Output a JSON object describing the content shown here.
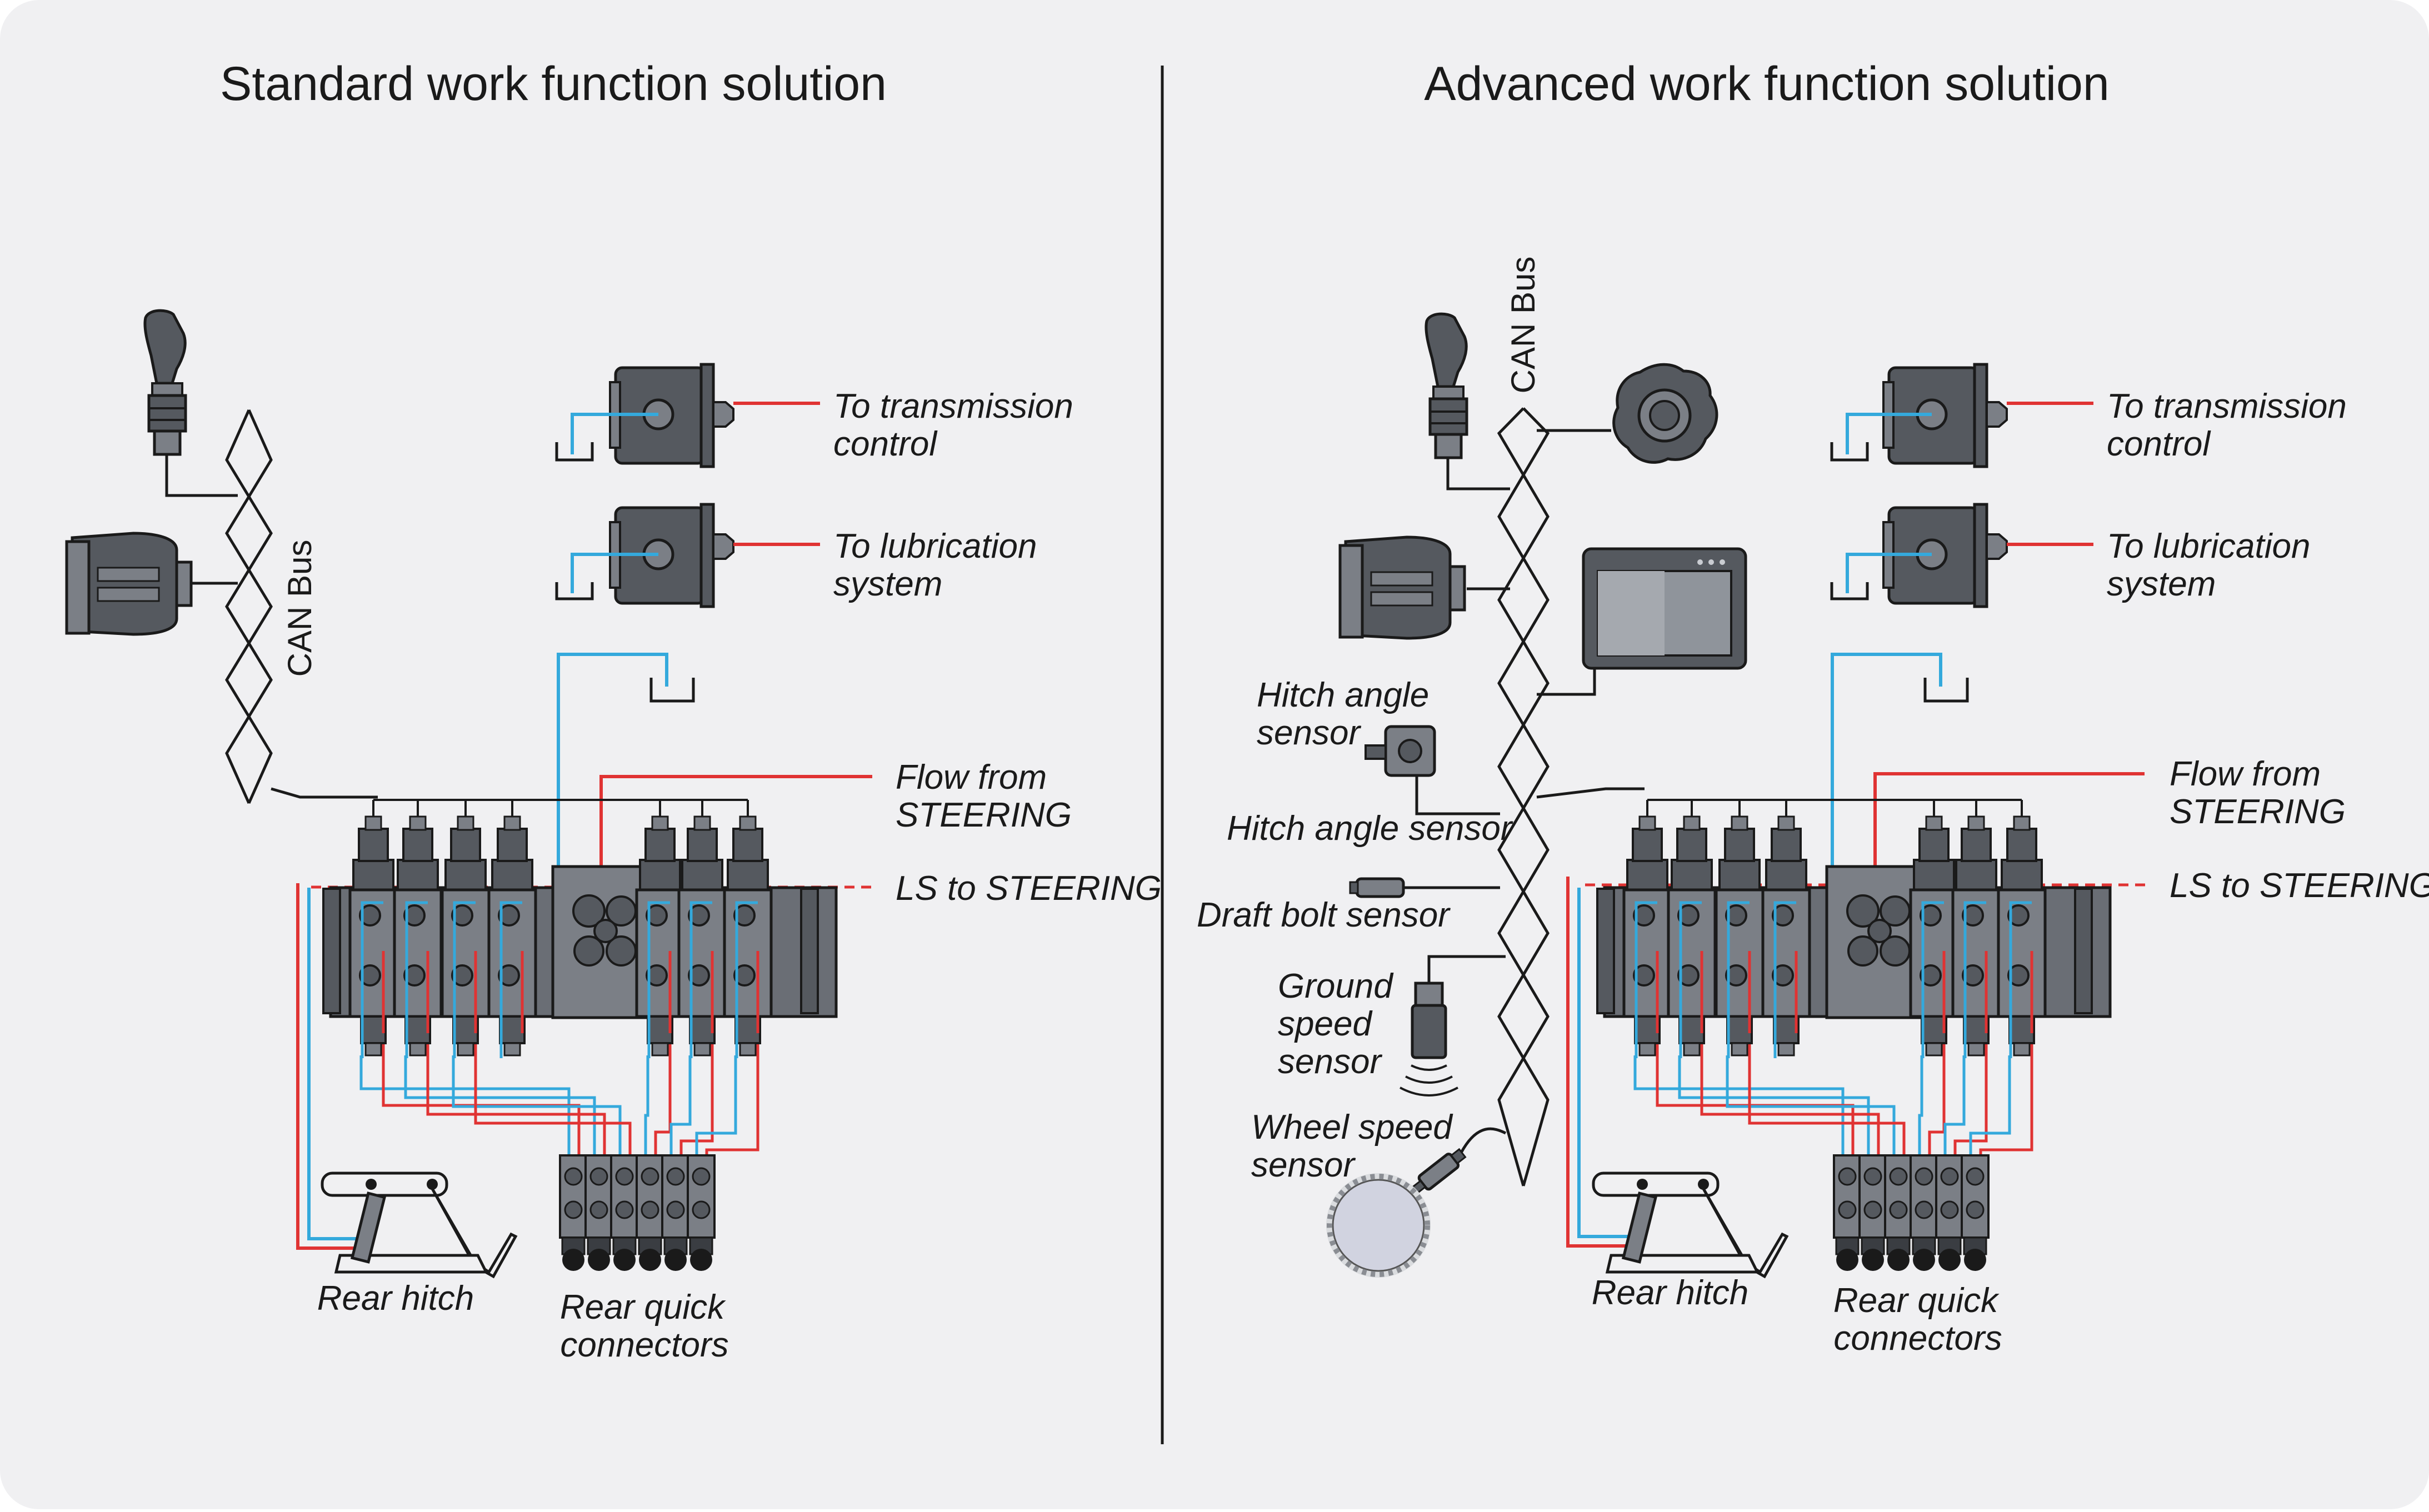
{
  "colors": {
    "background": "#f0f0f2",
    "pressure_line": "#e03333",
    "tank_line": "#34a9dc",
    "can_bus": "#1a1a1a",
    "component_dark": "#55595f",
    "component_mid": "#7b7f86",
    "valve_block": "#6a6e75"
  },
  "standard": {
    "title": "Standard work function solution",
    "can_bus": "CAN Bus",
    "to_transmission": [
      "To transmission",
      "control"
    ],
    "to_lubrication": [
      "To lubrication",
      "system"
    ],
    "flow_from": [
      "Flow from",
      "STEERING"
    ],
    "ls_to": "LS to STEERING",
    "rear_hitch": "Rear hitch",
    "rear_quick": [
      "Rear quick",
      "connectors"
    ]
  },
  "advanced": {
    "title": "Advanced work function solution",
    "can_bus": "CAN Bus",
    "to_transmission": [
      "To transmission",
      "control"
    ],
    "to_lubrication": [
      "To lubrication",
      "system"
    ],
    "flow_from": [
      "Flow from",
      "STEERING"
    ],
    "ls_to": "LS to STEERING",
    "rear_hitch": "Rear hitch",
    "rear_quick": [
      "Rear quick",
      "connectors"
    ],
    "hitch_angle": [
      "Hitch angle",
      "sensor"
    ],
    "hitch_angle_2": "Hitch angle sensor",
    "draft_bolt": "Draft bolt sensor",
    "ground_speed": [
      "Ground",
      "speed",
      "sensor"
    ],
    "wheel_speed": [
      "Wheel speed",
      "sensor"
    ]
  }
}
